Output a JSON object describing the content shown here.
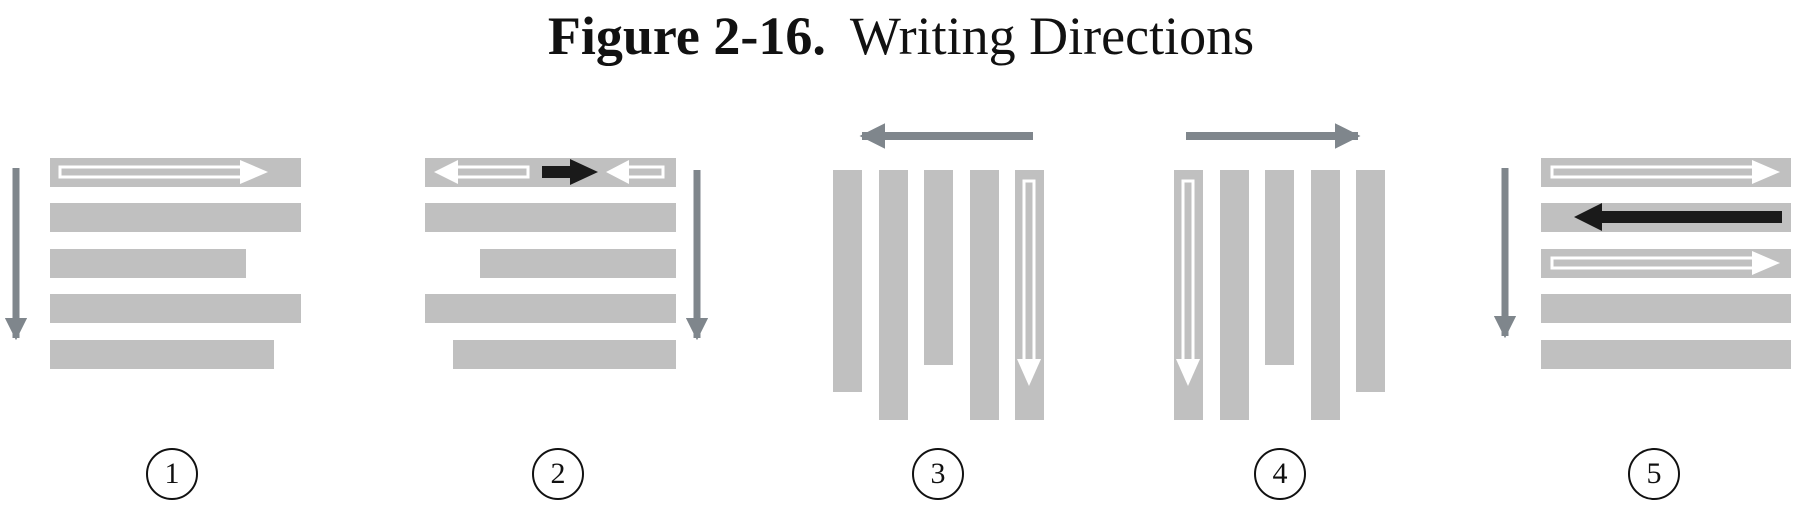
{
  "figure": {
    "label": "Figure 2-16.",
    "caption": "Writing Directions"
  },
  "colors": {
    "bar": "#c0c0c0",
    "arrow_gray": "#7f868c",
    "arrow_white": "#ffffff",
    "arrow_black": "#1a1a1a"
  },
  "panels": [
    {
      "number": "1"
    },
    {
      "number": "2"
    },
    {
      "number": "3"
    },
    {
      "number": "4"
    },
    {
      "number": "5"
    }
  ]
}
